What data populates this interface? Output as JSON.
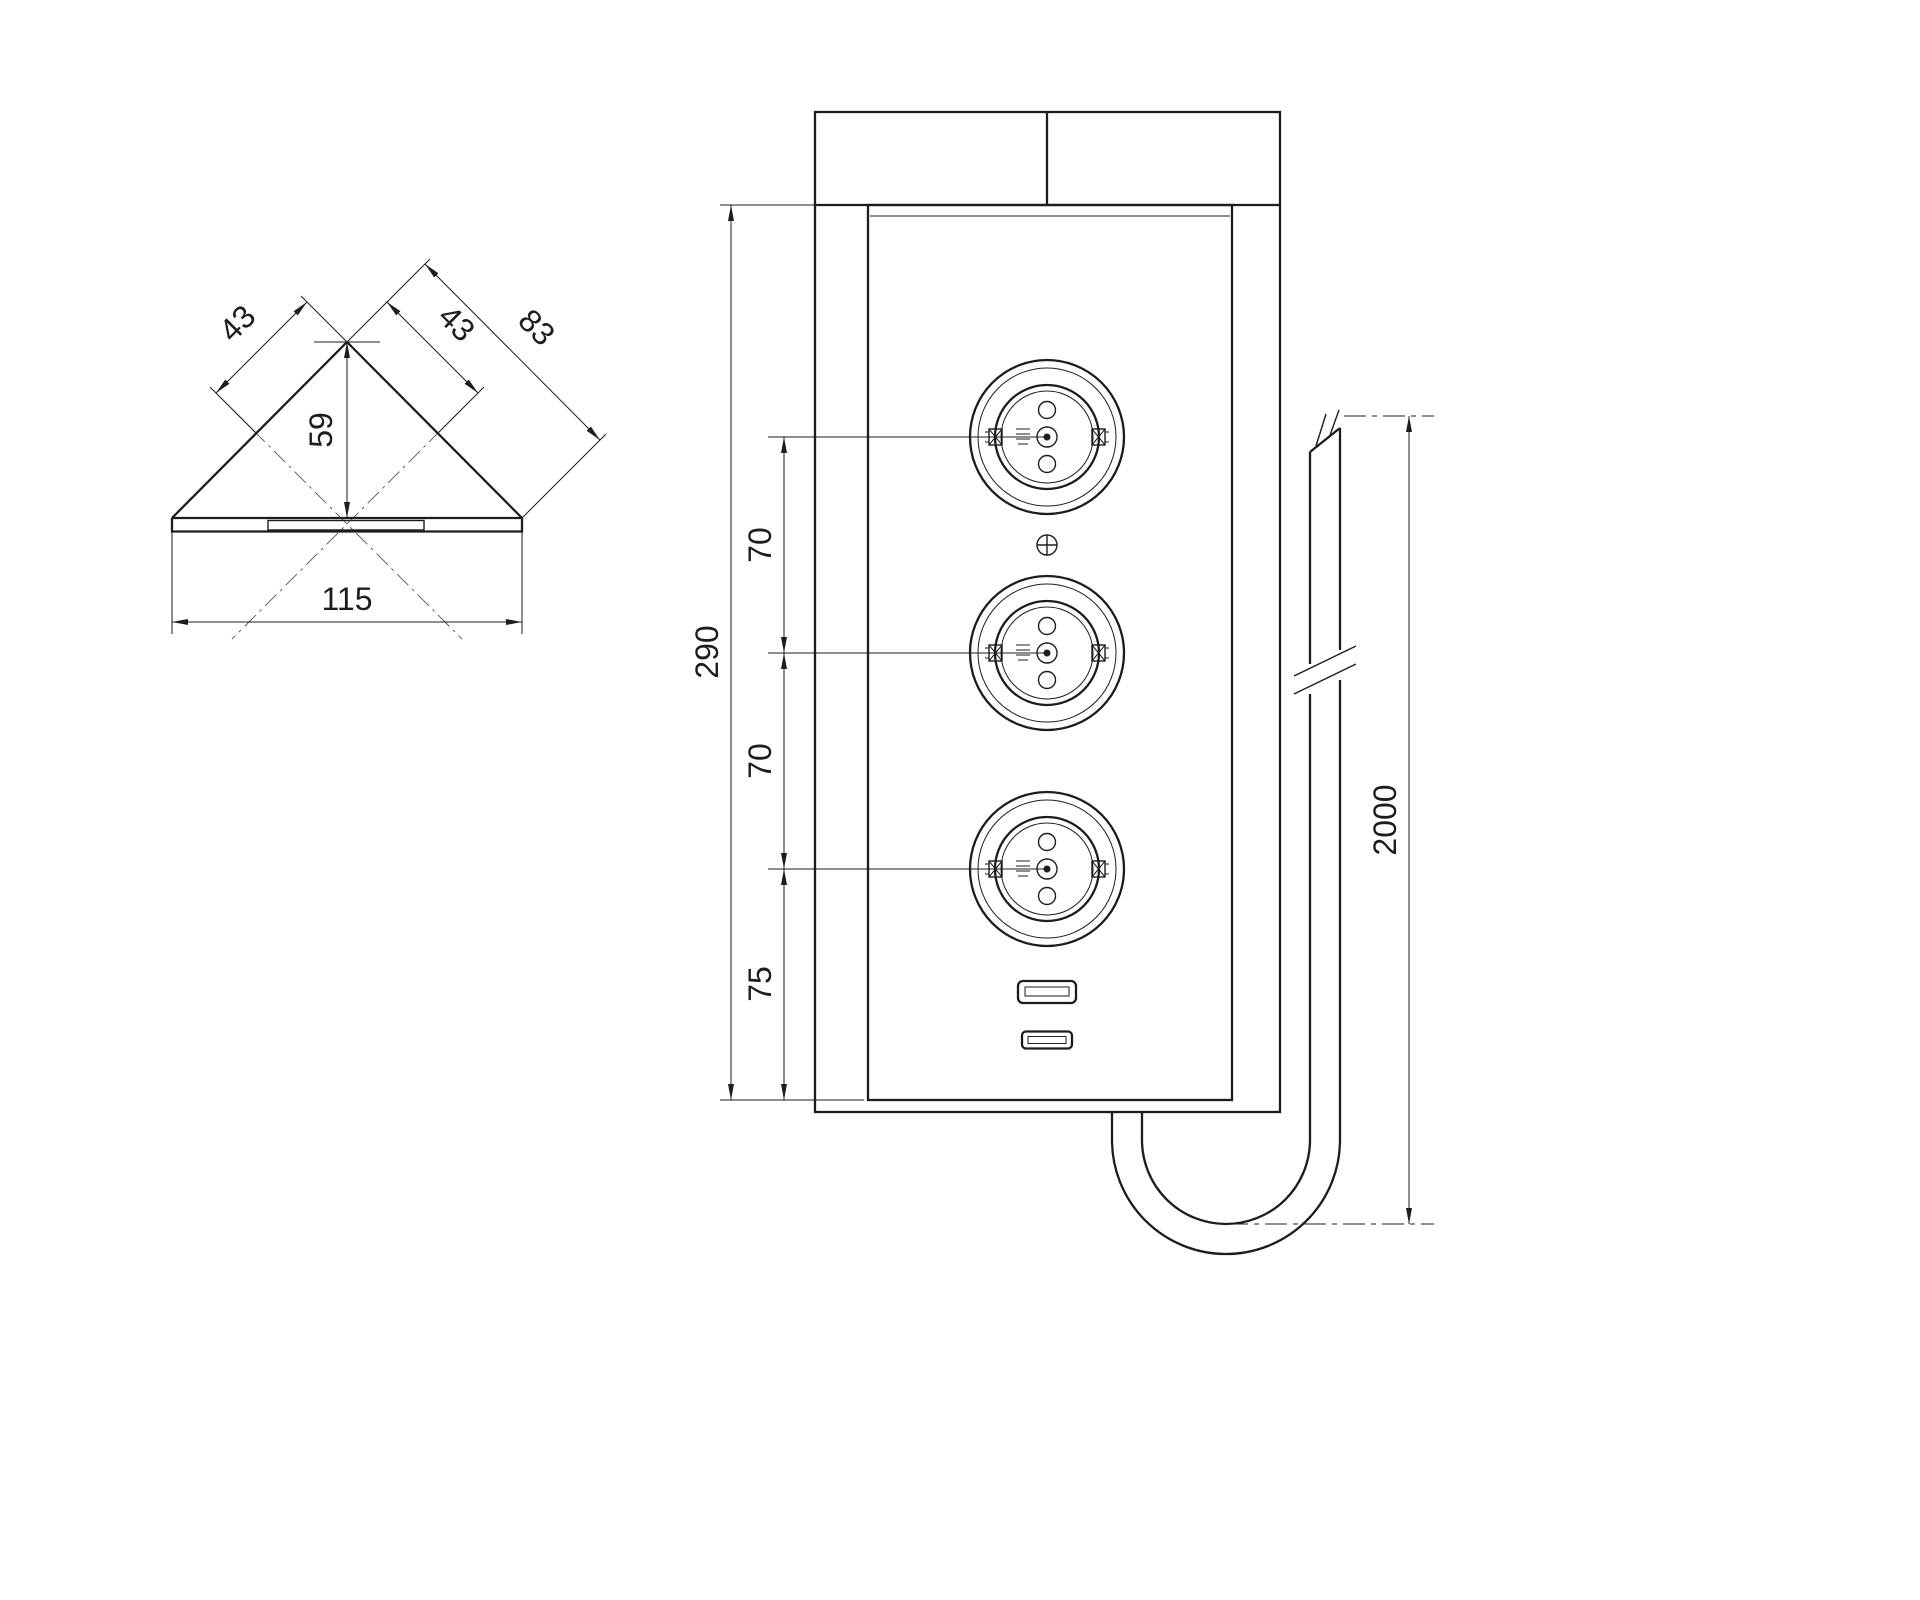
{
  "colors": {
    "background": "#ffffff",
    "line": "#1d1d1d"
  },
  "top_view": {
    "dim_left_edge": "43",
    "dim_right_edge_upper": "43",
    "dim_right_edge_total": "83",
    "dim_depth": "59",
    "dim_base_width": "115"
  },
  "front_view": {
    "dim_panel_height": "290",
    "dim_socket_spacing_upper": "70",
    "dim_socket_spacing_lower": "70",
    "dim_socket_to_bottom": "75",
    "dim_cable_length": "2000"
  }
}
